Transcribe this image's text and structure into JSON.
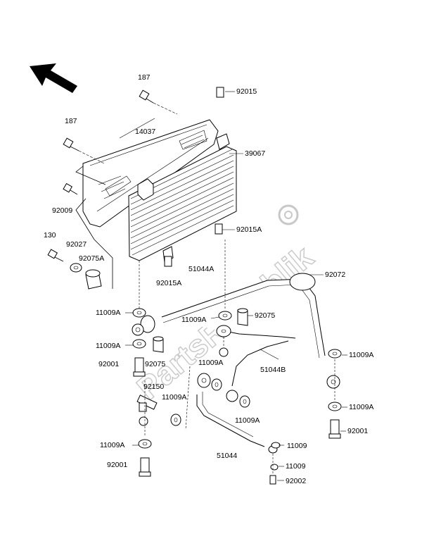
{
  "watermark": "PartsRepublik",
  "labels": {
    "l187a": "187",
    "l92015": "92015",
    "l187b": "187",
    "l14037": "14037",
    "l39067": "39067",
    "l92009": "92009",
    "l92015A_r": "92015A",
    "l130": "130",
    "l92027": "92027",
    "l92075A": "92075A",
    "l51044A": "51044A",
    "l92015A_b": "92015A",
    "l92072": "92072",
    "l11009A_1": "11009A",
    "l11009A_2": "11009A",
    "l92075_r": "92075",
    "l11009A_3": "11009A",
    "l92075_l": "92075",
    "l92001_1": "92001",
    "l11009A_4": "11009A",
    "l51044B": "51044B",
    "l11009A_5": "11009A",
    "l92150": "92150",
    "l11009A_6": "11009A",
    "l11009A_7": "11009A",
    "l11009A_8": "11009A",
    "l92001_2": "92001",
    "l11009A_9": "11009A",
    "l51044": "51044",
    "l11009_1": "11009",
    "l92001_3": "92001",
    "l11009_2": "11009",
    "l92002": "92002"
  }
}
